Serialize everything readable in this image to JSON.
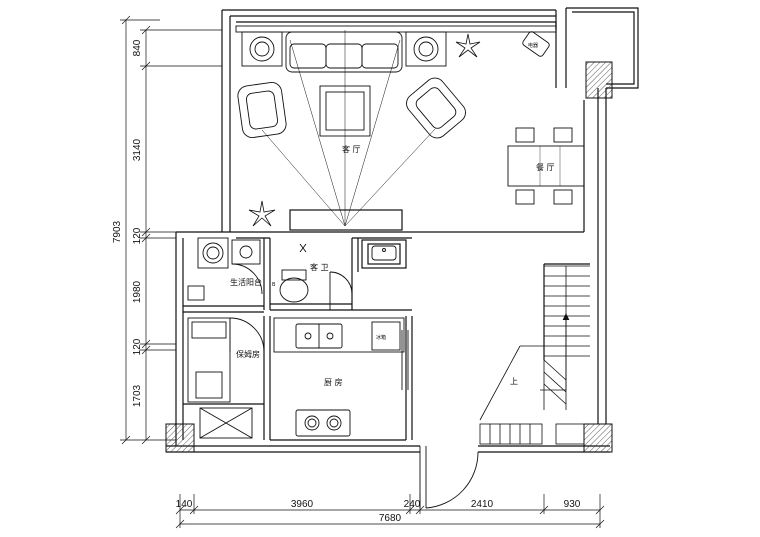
{
  "drawing": {
    "rooms": {
      "living_room": "客 厅",
      "dining_room": "餐 厅",
      "guest_bathroom": "客 卫",
      "laundry_balcony": "生活阳台",
      "nanny_room": "保姆房",
      "kitchen": "厨 房"
    },
    "labels": {
      "fridge": "冰箱",
      "up_arrow": "上",
      "b_mark": "B",
      "appliance": "电器"
    },
    "dimensions": {
      "left": [
        "840",
        "3140",
        "120",
        "1980",
        "120",
        "1703"
      ],
      "left_total": "7903",
      "bottom": [
        "140",
        "3960",
        "240",
        "2410",
        "930"
      ],
      "bottom_total": "7680"
    }
  }
}
